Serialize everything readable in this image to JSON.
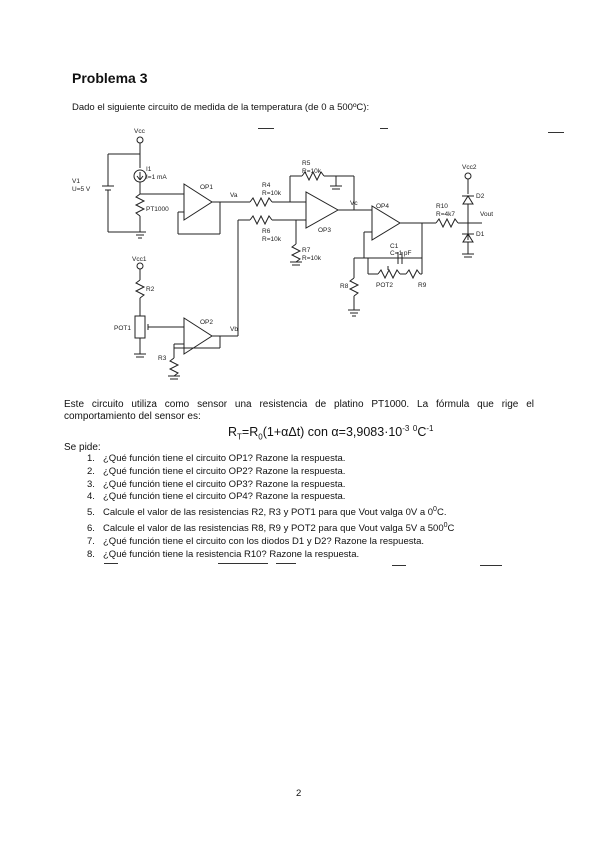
{
  "title": "Problema 3",
  "intro": "Dado el siguiente circuito de medida de la temperatura (de 0 a 500ºC):",
  "circuit": {
    "vcc": "Vcc",
    "vcc1": "Vcc1",
    "vcc2": "Vcc2",
    "v1": "V1",
    "v1_value": "U=5 V",
    "i1": "I1",
    "i1_value": "I=1 mA",
    "pt": "PT1000",
    "op1": "OP1",
    "op2": "OP2",
    "op3": "OP3",
    "op4": "OP4",
    "va": "Va",
    "vb": "Vb",
    "vc": "Vc",
    "r4": "R4",
    "r4_value": "R=10k",
    "r5": "R5",
    "r5_value": "R=10k",
    "r6": "R6",
    "r6_value": "R=10k",
    "r7": "R7",
    "r7_value": "R=10k",
    "r2": "R2",
    "r3": "R3",
    "r8": "R8",
    "r9": "R9",
    "r10": "R10",
    "r10_value": "R=4k7",
    "c1": "C1",
    "c1_value": "C=1 pF",
    "pot1": "POT1",
    "pot2": "POT2",
    "d1": "D1",
    "d2": "D2",
    "vout": "Vout"
  },
  "description": "Este circuito utiliza como sensor una resistencia de platino PT1000. La fórmula que rige el comportamiento del sensor es:",
  "formula": {
    "r": "R",
    "sub_t": "T",
    "mid": "=R",
    "sub_0": "0",
    "body": "(1+αΔt) con α=3,9083·10",
    "exp": "-3",
    "deg": "0",
    "unit": "C",
    "unit_exp": "-1"
  },
  "ask": "Se pide:",
  "questions": [
    {
      "n": "1.",
      "text": "¿Qué función tiene el circuito OP1? Razone la respuesta."
    },
    {
      "n": "2.",
      "text": "¿Qué función tiene el circuito OP2? Razone la respuesta."
    },
    {
      "n": "3.",
      "text": "¿Qué función tiene el circuito OP3? Razone la respuesta."
    },
    {
      "n": "4.",
      "text": "¿Qué función tiene el circuito OP4? Razone la respuesta."
    },
    {
      "n": "5.",
      "text": "Calcule el valor de las resistencias R2, R3 y POT1 para que Vout valga 0V a 0",
      "sup": "0",
      "tail": "C."
    },
    {
      "n": "6.",
      "text": "Calcule el valor de las resistencias R8, R9 y POT2 para que Vout valga 5V a 500",
      "sup": "0",
      "tail": "C"
    },
    {
      "n": "7.",
      "text": "¿Qué función tiene el circuito con los diodos D1 y D2? Razone la respuesta."
    },
    {
      "n": "8.",
      "text": "¿Qué función tiene la resistencia R10? Razone la respuesta."
    }
  ],
  "page_number": "2"
}
